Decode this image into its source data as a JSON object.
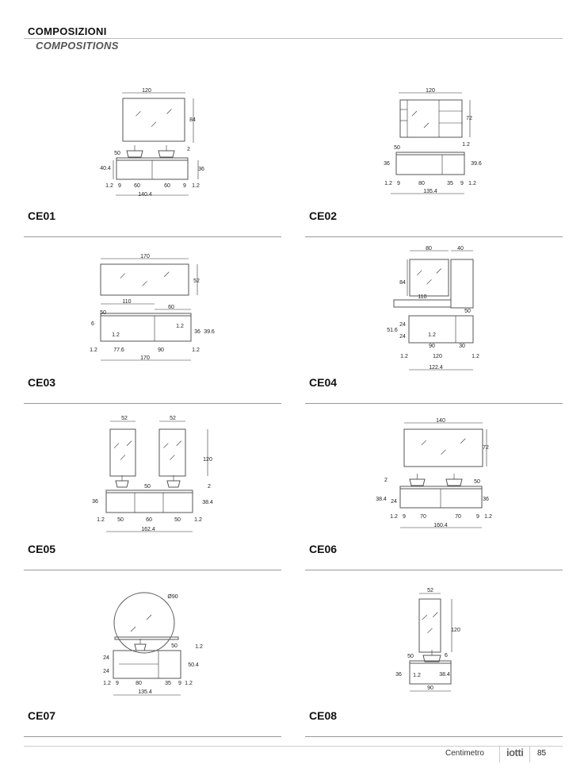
{
  "header": {
    "title": "COMPOSIZIONI",
    "subtitle": "COMPOSITIONS"
  },
  "compositions": [
    {
      "code": "CE01",
      "dims": [
        "120",
        "84",
        "50",
        "2",
        "40.4",
        "36",
        "1.2",
        "9",
        "60",
        "60",
        "9",
        "1.2",
        "140.4"
      ]
    },
    {
      "code": "CE02",
      "dims": [
        "120",
        "72",
        "50",
        "1.2",
        "36",
        "39.6",
        "1.2",
        "9",
        "80",
        "35",
        "9",
        "1.2",
        "135.4"
      ]
    },
    {
      "code": "CE03",
      "dims": [
        "170",
        "52",
        "110",
        "60",
        "50",
        "6",
        "1.2",
        "36",
        "39.6",
        "1.2",
        "1.2",
        "77.6",
        "90",
        "1.2",
        "170"
      ]
    },
    {
      "code": "CE04",
      "dims": [
        "80",
        "40",
        "84",
        "110",
        "50",
        "24",
        "51.6",
        "24",
        "1.2",
        "90",
        "30",
        "1.2",
        "120",
        "1.2",
        "122.4"
      ]
    },
    {
      "code": "CE05",
      "dims": [
        "52",
        "52",
        "120",
        "2",
        "38.4",
        "36",
        "50",
        "1.2",
        "50",
        "60",
        "50",
        "1.2",
        "162.4"
      ]
    },
    {
      "code": "CE06",
      "dims": [
        "140",
        "72",
        "2",
        "50",
        "38.4",
        "24",
        "36",
        "1.2",
        "9",
        "70",
        "70",
        "9",
        "1.2",
        "160.4"
      ]
    },
    {
      "code": "CE07",
      "dims": [
        "Ø90",
        "50",
        "1.2",
        "24",
        "24",
        "50.4",
        "1.2",
        "9",
        "80",
        "35",
        "9",
        "1.2",
        "135.4"
      ]
    },
    {
      "code": "CE08",
      "dims": [
        "52",
        "120",
        "50",
        "6",
        "36",
        "38.4",
        "1.2",
        "90"
      ]
    }
  ],
  "footer": {
    "unit": "Centimetro",
    "logo": "iotti",
    "page": "85"
  }
}
